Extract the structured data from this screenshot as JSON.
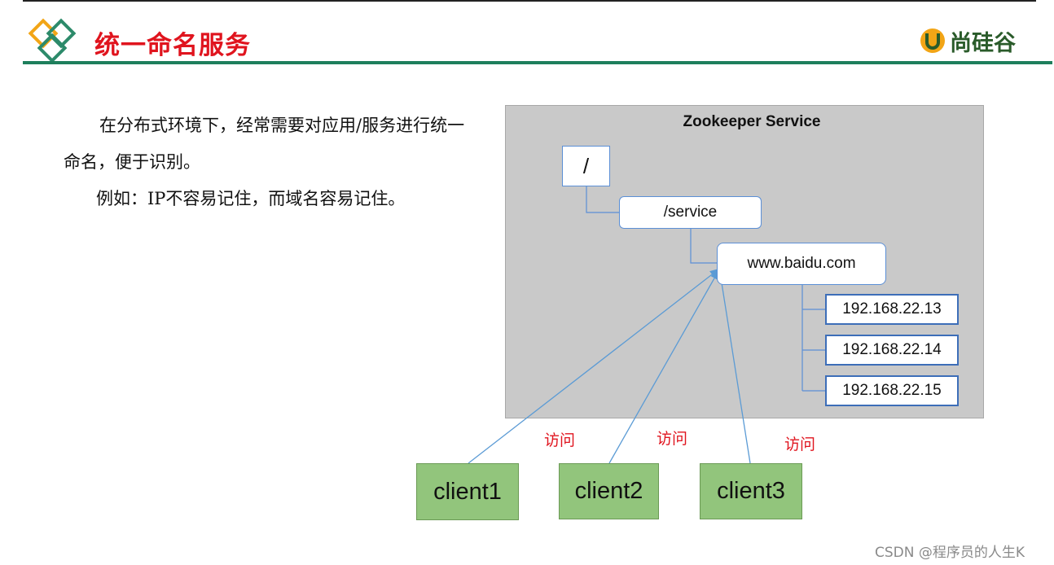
{
  "header": {
    "title": "统一命名服务",
    "brand_text": "尚硅谷",
    "logo_icon": "diamond-squares-icon",
    "brand_icon": "u-shield-icon",
    "title_color": "#e0141e",
    "rule_color": "#1e7f5c"
  },
  "body": {
    "paragraph_1": "在分布式环境下，经常需要对应用/服务进行统一命名，便于识别。",
    "paragraph_2": "例如：IP不容易记住，而域名容易记住。"
  },
  "diagram": {
    "container_title": "Zookeeper Service",
    "nodes": {
      "root": "/",
      "service": "/service",
      "domain": "www.baidu.com",
      "ips": [
        "192.168.22.13",
        "192.168.22.14",
        "192.168.22.15"
      ]
    },
    "clients": [
      "client1",
      "client2",
      "client3"
    ],
    "access_labels": [
      "访问",
      "访问",
      "访问"
    ],
    "colors": {
      "container": "#c9c9c9",
      "node_border": "#5b8fd6",
      "client_fill": "#92c57c",
      "arrow": "#5b9bd5",
      "access_text": "#e0141e"
    }
  },
  "watermark": "CSDN @程序员的人生K"
}
